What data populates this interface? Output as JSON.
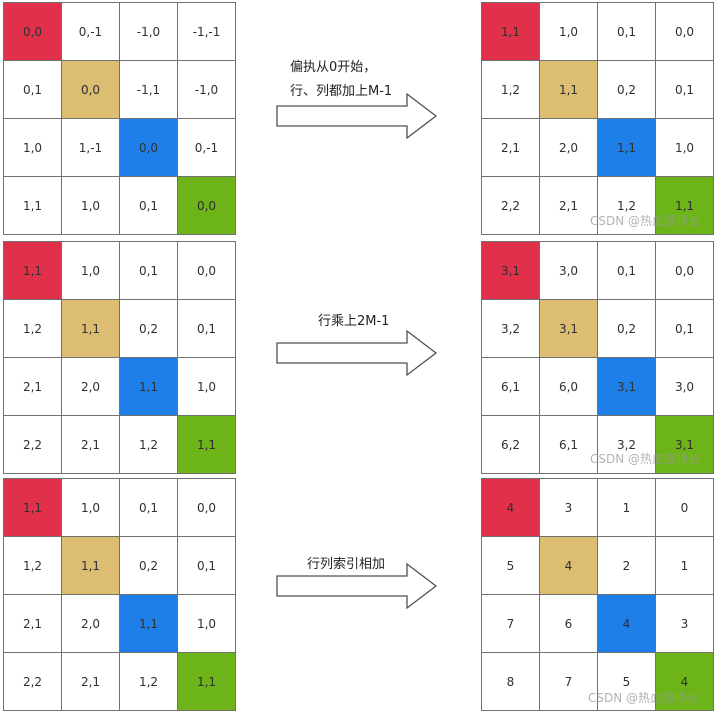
{
  "colors": {
    "red": "#e0304a",
    "gold": "#dcbd72",
    "blue": "#1e7fe8",
    "green": "#6cb418",
    "white": "#ffffff"
  },
  "rows": [
    {
      "caption": [
        "偏执从0开始，",
        "行、列都加上M-1"
      ],
      "left": [
        [
          "0,0",
          "0,-1",
          "-1,0",
          "-1,-1"
        ],
        [
          "0,1",
          "0,0",
          "-1,1",
          "-1,0"
        ],
        [
          "1,0",
          "1,-1",
          "0,0",
          "0,-1"
        ],
        [
          "1,1",
          "1,0",
          "0,1",
          "0,0"
        ]
      ],
      "right": [
        [
          "1,1",
          "1,0",
          "0,1",
          "0,0"
        ],
        [
          "1,2",
          "1,1",
          "0,2",
          "0,1"
        ],
        [
          "2,1",
          "2,0",
          "1,1",
          "1,0"
        ],
        [
          "2,2",
          "2,1",
          "1,2",
          "1,1"
        ]
      ],
      "watermark": "CSDN @热血厨师长"
    },
    {
      "caption": [
        "行乘上2M-1"
      ],
      "left": [
        [
          "1,1",
          "1,0",
          "0,1",
          "0,0"
        ],
        [
          "1,2",
          "1,1",
          "0,2",
          "0,1"
        ],
        [
          "2,1",
          "2,0",
          "1,1",
          "1,0"
        ],
        [
          "2,2",
          "2,1",
          "1,2",
          "1,1"
        ]
      ],
      "right": [
        [
          "3,1",
          "3,0",
          "0,1",
          "0,0"
        ],
        [
          "3,2",
          "3,1",
          "0,2",
          "0,1"
        ],
        [
          "6,1",
          "6,0",
          "3,1",
          "3,0"
        ],
        [
          "6,2",
          "6,1",
          "3,2",
          "3,1"
        ]
      ],
      "watermark": "CSDN @热血厨师长"
    },
    {
      "caption": [
        "行列索引相加"
      ],
      "left": [
        [
          "1,1",
          "1,0",
          "0,1",
          "0,0"
        ],
        [
          "1,2",
          "1,1",
          "0,2",
          "0,1"
        ],
        [
          "2,1",
          "2,0",
          "1,1",
          "1,0"
        ],
        [
          "2,2",
          "2,1",
          "1,2",
          "1,1"
        ]
      ],
      "right": [
        [
          "4",
          "3",
          "1",
          "0"
        ],
        [
          "5",
          "4",
          "2",
          "1"
        ],
        [
          "7",
          "6",
          "4",
          "3"
        ],
        [
          "8",
          "7",
          "5",
          "4"
        ]
      ],
      "watermark": "CSDN @热血厨师长"
    }
  ]
}
